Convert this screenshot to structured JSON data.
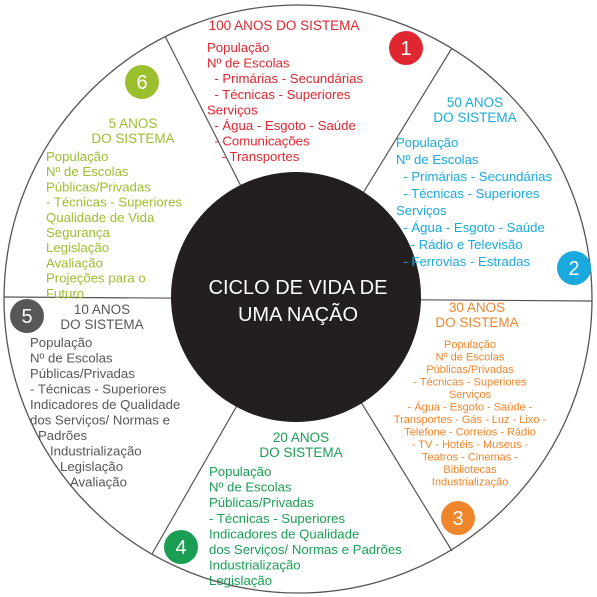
{
  "center": {
    "title_lines": [
      "CICLO DE VIDA DE",
      "UMA NAÇÃO"
    ]
  },
  "sections": [
    {
      "id": "s1",
      "number": "1",
      "color": "#e0262f",
      "title_lines": [
        "100 ANOS DO SISTEMA"
      ],
      "items": [
        "População",
        "Nº de Escolas",
        "  - Primárias - Secundárias",
        "  - Técnicas - Superiores",
        "Serviços",
        "  - Água - Esgoto - Saúde",
        "  - Comunicações",
        "    - Transportes"
      ]
    },
    {
      "id": "s2",
      "number": "2",
      "color": "#1aa9dd",
      "title_lines": [
        "50 ANOS",
        "DO SISTEMA"
      ],
      "items": [
        "População",
        "Nº de Escolas",
        "  - Primárias - Secundárias",
        "  - Técnicas - Superiores",
        "Serviços",
        "  - Água - Esgoto - Saúde",
        "    - Rádio e Televisão",
        "  - Ferrovias - Estradas"
      ]
    },
    {
      "id": "s3",
      "number": "3",
      "color": "#f0862c",
      "title_lines": [
        "30 ANOS",
        "DO SISTEMA"
      ],
      "items": [
        "População",
        "Nº de Escolas",
        "Públicas/Privadas",
        "- Técnicas - Superiores",
        "Serviços",
        "- Água - Esgoto - Saúde -",
        "Transportes - Gás - Luz - Lixo -",
        "Telefone - Correios - Rádio",
        "- TV - Hotéis - Museus -",
        "Teatros - Cinemas -",
        "Bibliotecas",
        "Industrialização"
      ]
    },
    {
      "id": "s4",
      "number": "4",
      "color": "#1a9e54",
      "title_lines": [
        "20 ANOS",
        "DO SISTEMA"
      ],
      "items": [
        "População",
        "Nº de Escolas",
        "Públicas/Privadas",
        "- Técnicas - Superiores",
        "Indicadores de Qualidade",
        "dos Serviços/ Normas e Padrões",
        "Industrialização",
        "Legislação"
      ]
    },
    {
      "id": "s5",
      "number": "5",
      "color": "#575757",
      "title_lines": [
        "10 ANOS",
        "DO SISTEMA"
      ],
      "items": [
        "População",
        "Nº de Escolas",
        "Públicas/Privadas",
        "- Técnicas - Superiores",
        "Indicadores de Qualidade",
        "dos Serviços/ Normas e",
        "Padrões",
        "Industrialização",
        "Legislação",
        "Avaliação"
      ]
    },
    {
      "id": "s6",
      "number": "6",
      "color": "#9cbf2e",
      "title_lines": [
        "5 ANOS",
        "DO SISTEMA"
      ],
      "items": [
        "População",
        "Nº de Escolas",
        "Públicas/Privadas",
        "- Técnicas - Superiores",
        "Qualidade de Vida",
        "Segurança",
        "Legislação",
        "Avaliação",
        "Projeções para o",
        "Futuro"
      ]
    }
  ]
}
